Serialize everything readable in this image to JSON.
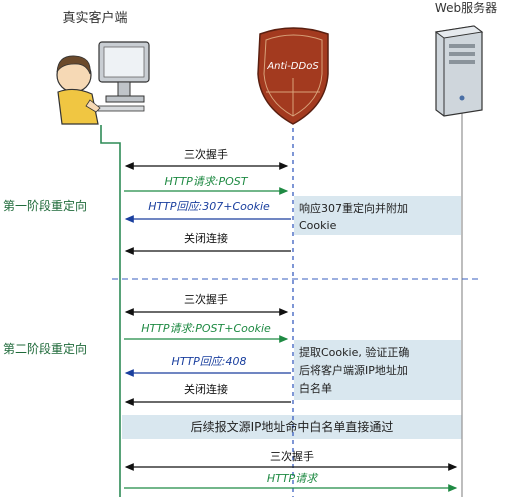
{
  "actors": {
    "client": "真实客户端",
    "ddos": "Anti-DDoS",
    "server": "Web服务器"
  },
  "phases": {
    "phase1": "第一阶段重定向",
    "phase2": "第二阶段重定向"
  },
  "messages": {
    "p1_handshake": "三次握手",
    "p1_request": "HTTP请求:POST",
    "p1_response": "HTTP回应:307+Cookie",
    "p1_close": "关闭连接",
    "p2_handshake": "三次握手",
    "p2_request": "HTTP请求:POST+Cookie",
    "p2_response": "HTTP回应:408",
    "p2_close": "关闭连接",
    "p3_handshake": "三次握手",
    "p3_request": "HTTP请求"
  },
  "notes": {
    "note1_line1": "响应307重定向并附加",
    "note1_line2": "Cookie",
    "note2_line1": "提取Cookie, 验证正确",
    "note2_line2": "后将客户端源IP地址加",
    "note2_line3": "白名单",
    "banner": "后续报文源IP地址命中白名单直接通过"
  },
  "colors": {
    "black_arrow": "#111111",
    "green_arrow": "#1f8a43",
    "blue_arrow": "#1a3f9e",
    "client_line": "#2e8b57",
    "ddos_line": "#3a5fbf",
    "server_line": "#9a9a9a",
    "note_bg": "#d9e7ef",
    "banner_bg": "#d9e7ef",
    "shield": "#a33a1f"
  }
}
